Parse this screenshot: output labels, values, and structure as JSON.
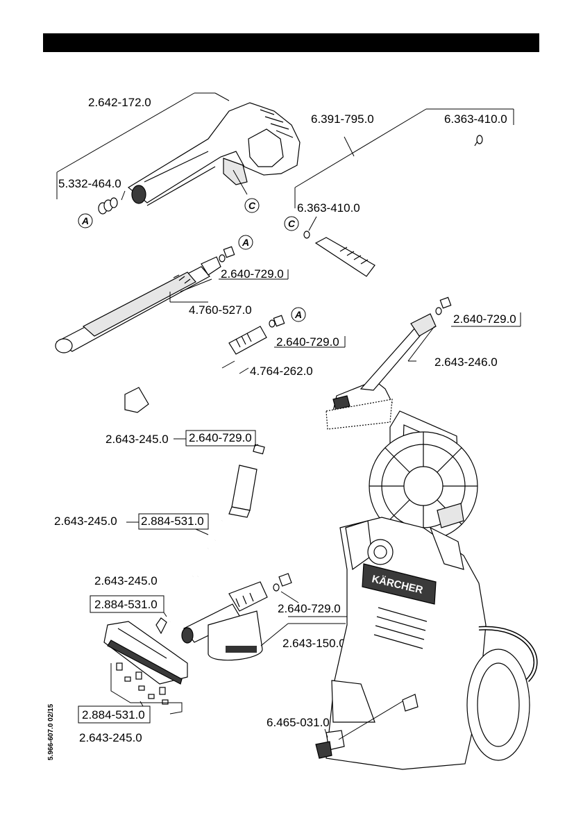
{
  "labels": {
    "gun": "2.642-172.0",
    "gun_seal_kit": "5.332-464.0",
    "hose": "6.391-795.0",
    "hose_oring_top": "6.363-410.0",
    "hose_oring_bottom": "6.363-410.0",
    "lance1_nozzle": "2.640-729.0",
    "lance1": "4.760-527.0",
    "lance2_nozzle": "2.640-729.0",
    "lance2": "4.764-262.0",
    "brush_nozzle": "2.640-729.0",
    "brush": "2.643-246.0",
    "surface_set_a": "2.643-245.0",
    "surface_set_a_part": "2.640-729.0",
    "surface_set_b": "2.643-245.0",
    "surface_set_b_part": "2.884-531.0",
    "surface_set_c": "2.643-245.0",
    "surface_set_c_part": "2.884-531.0",
    "foam_nozzle": "2.640-729.0",
    "foam": "2.643-150.0",
    "hose_adapter": "6.465-031.0",
    "bottom_part": "2.884-531.0",
    "bottom_set": "2.643-245.0"
  },
  "callouts": {
    "a": "A",
    "c": "C"
  },
  "doc_code": "5.966-607.0  02/15",
  "brand_text": "KÄRCHER"
}
